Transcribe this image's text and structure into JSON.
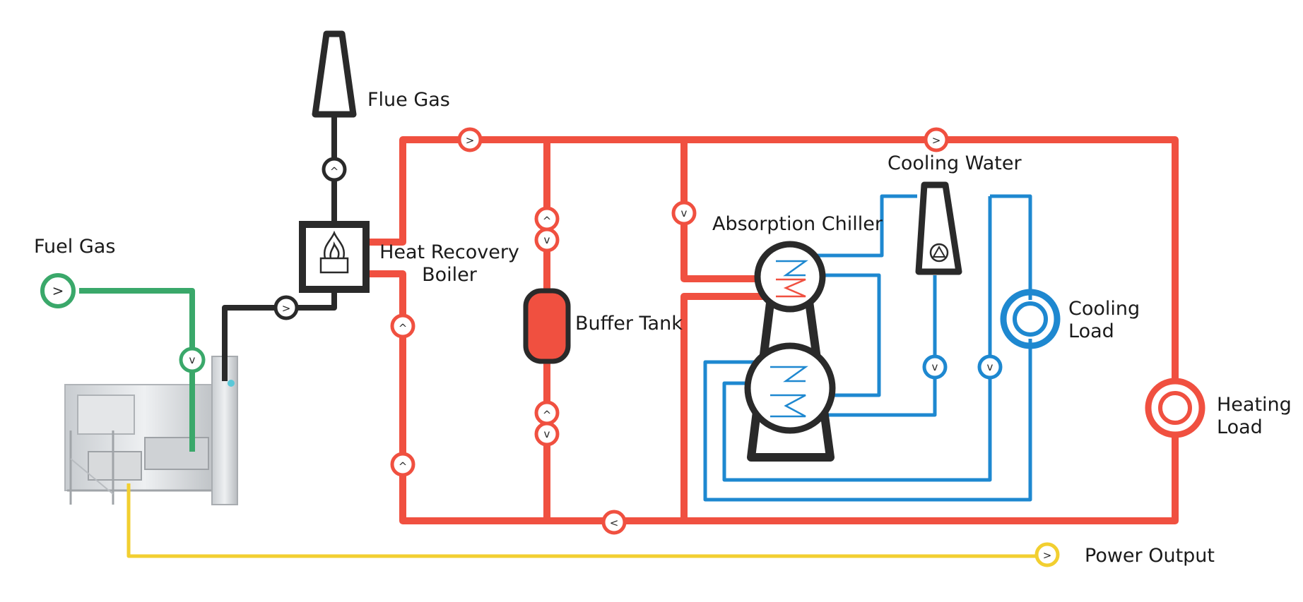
{
  "labels": {
    "flue_gas": "Flue Gas",
    "fuel_gas": "Fuel Gas",
    "heat_recovery_boiler": "Heat Recovery\nBoiler",
    "buffer_tank": "Buffer Tank",
    "absorption_chiller": "Absorption Chiller",
    "cooling_water": "Cooling Water",
    "cooling_load": "Cooling\nLoad",
    "heating_load": "Heating\nLoad",
    "power_output": "Power Output"
  },
  "colors": {
    "hot_water": "#f05040",
    "chilled_water": "#1e88d0",
    "fuel_gas": "#3aa86a",
    "flue_gas": "#2a2a2a",
    "power": "#f2cf30"
  },
  "icons": [
    "flow-direction-arrow-icon",
    "burner-flame-icon",
    "cooling-fan-icon",
    "heat-exchanger-coil-icon",
    "gas-turbine-icon"
  ],
  "symbols": {
    "right": ">",
    "left": "<",
    "up": "^",
    "down": "v"
  }
}
